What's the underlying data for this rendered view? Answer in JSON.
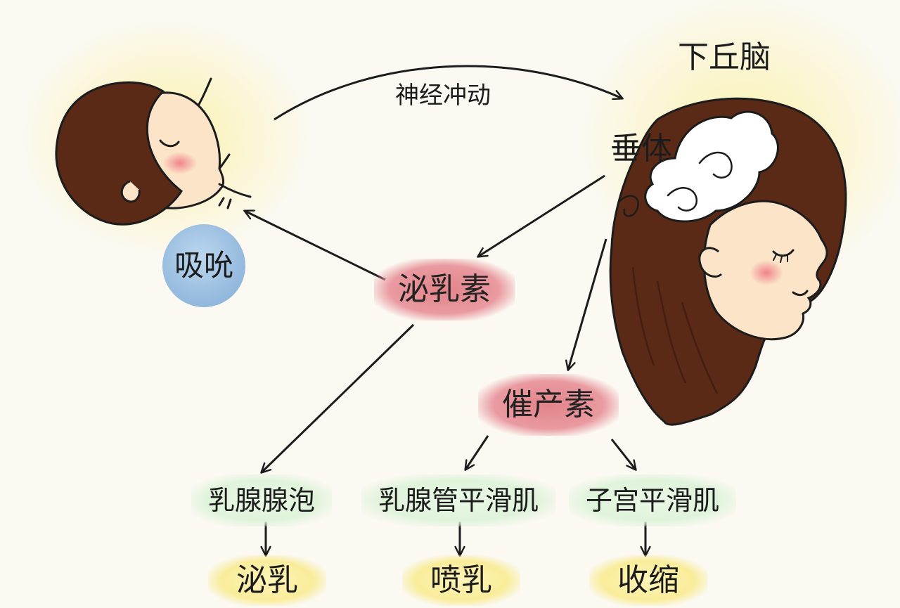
{
  "labels": {
    "hypothalamus": "下丘脑",
    "nerve_impulse": "神经冲动",
    "pituitary": "垂体",
    "suckling": "吸吮",
    "prolactin": "泌乳素",
    "oxytocin": "催产素",
    "mammary_alveoli": "乳腺腺泡",
    "mammary_duct_muscle": "乳腺管平滑肌",
    "uterine_muscle": "子宫平滑肌",
    "lactation": "泌乳",
    "milk_ejection": "喷乳",
    "contraction": "收缩"
  },
  "colors": {
    "hair": "#5a2a17",
    "hair_light": "#6b3620",
    "skin": "#fbe4c8",
    "blush": "#f08a94",
    "line": "#1c1c1c",
    "pink_label": "#e58a90",
    "blue_circle": "#8fb6dc",
    "green_label": "#e2f5dd",
    "yellow_label": "#f9ec9a",
    "glow_yellow": "#fbf4b8"
  }
}
